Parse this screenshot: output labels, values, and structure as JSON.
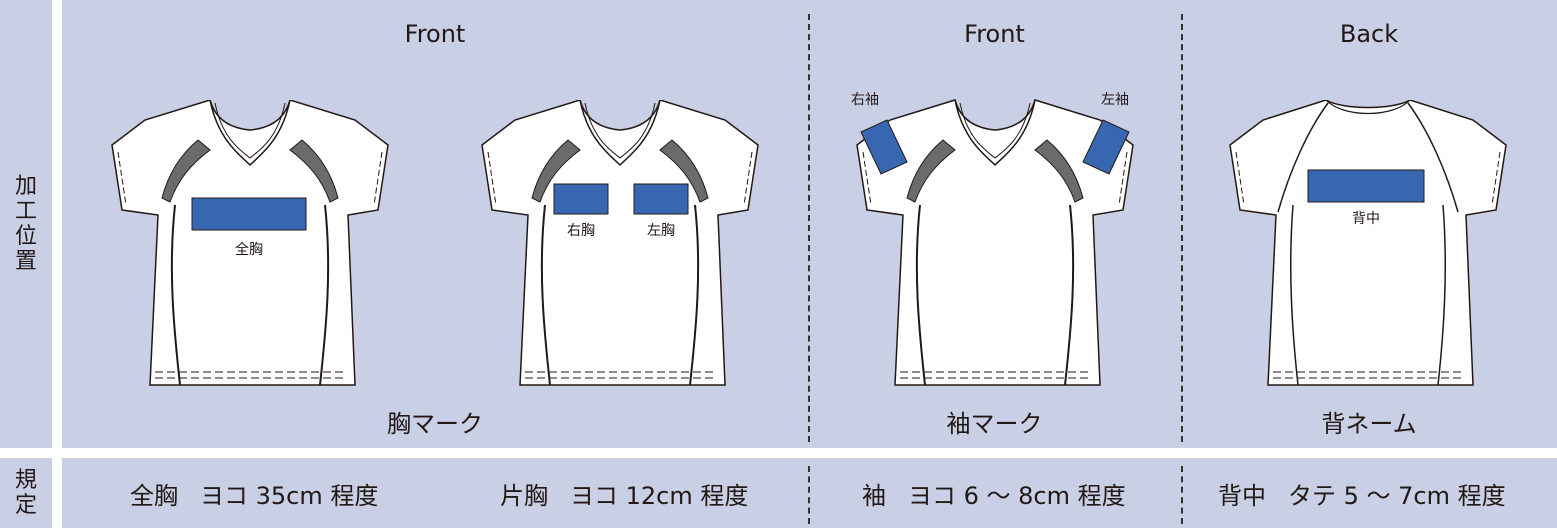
{
  "side_labels": {
    "position": [
      "加",
      "工",
      "位",
      "置"
    ],
    "spec": [
      "規",
      "定"
    ]
  },
  "panels": [
    {
      "heading": "Front",
      "caption": "胸マーク"
    },
    {
      "heading": "Front",
      "caption": "袖マーク"
    },
    {
      "heading": "Back",
      "caption": "背ネーム"
    }
  ],
  "print_labels": {
    "full_chest": "全胸",
    "right_chest": "右胸",
    "left_chest": "左胸",
    "right_sleeve": "右袖",
    "left_sleeve": "左袖",
    "back_center": "背中"
  },
  "specs": [
    {
      "part": "全胸",
      "text": "ヨコ 35cm 程度"
    },
    {
      "part": "片胸",
      "text": "ヨコ 12cm 程度"
    },
    {
      "part": "袖",
      "text": "ヨコ 6 ～ 8cm 程度"
    },
    {
      "part": "背中",
      "text": "タテ 5 ～ 7cm 程度"
    }
  ],
  "colors": {
    "panel_bg": "#c9d0e6",
    "print_area": "#3767b1",
    "shirt_fill": "#ffffff",
    "shirt_panel": "#6b6b6b",
    "divider": "#333333"
  }
}
